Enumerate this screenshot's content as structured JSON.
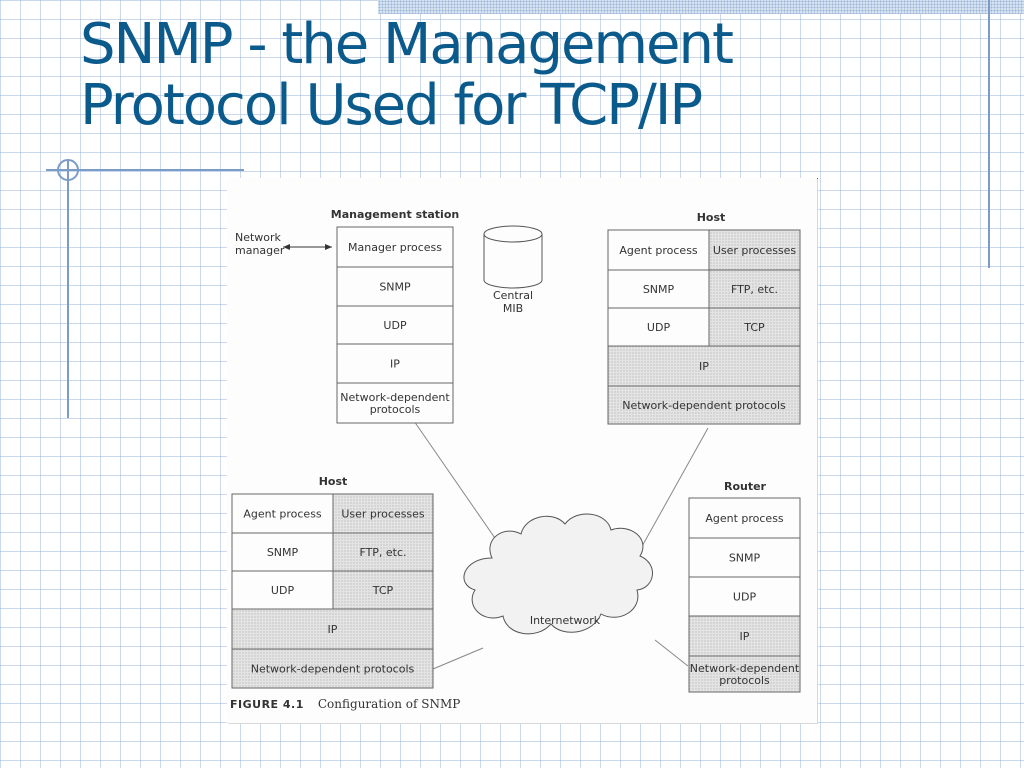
{
  "slide": {
    "title_line1": "SNMP - the Management",
    "title_line2": "Protocol Used for TCP/IP"
  },
  "figure": {
    "management_station": {
      "heading": "Management station",
      "layers": [
        "Manager process",
        "SNMP",
        "UDP",
        "IP",
        "Network-dependent protocols"
      ]
    },
    "network_manager_label": "Network manager",
    "central_mib_label": "Central MIB",
    "host_right": {
      "heading": "Host",
      "left_layers": [
        "Agent process",
        "SNMP",
        "UDP"
      ],
      "right_layers": [
        "User processes",
        "FTP, etc.",
        "TCP"
      ],
      "shared_layers": [
        "IP",
        "Network-dependent protocols"
      ]
    },
    "host_left": {
      "heading": "Host",
      "left_layers": [
        "Agent process",
        "SNMP",
        "UDP"
      ],
      "right_layers": [
        "User processes",
        "FTP, etc.",
        "TCP"
      ],
      "shared_layers": [
        "IP",
        "Network-dependent protocols"
      ]
    },
    "router": {
      "heading": "Router",
      "layers": [
        "Agent process",
        "SNMP",
        "UDP",
        "IP",
        "Network-dependent protocols"
      ]
    },
    "cloud_label": "Internetwork",
    "caption_number": "FIGURE 4.1",
    "caption_text": "Configuration of SNMP"
  },
  "colors": {
    "title": "#0b5a8c",
    "grid": "#8caad2",
    "accent_lines": "#7b9cc6",
    "shaded_cell": "#e2e2e2"
  }
}
